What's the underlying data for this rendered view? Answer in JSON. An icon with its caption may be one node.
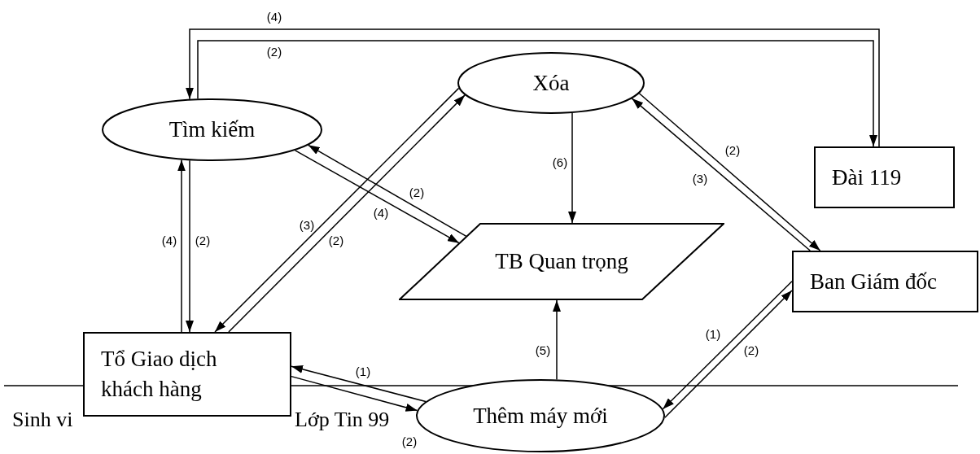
{
  "diagram": {
    "nodes": [
      {
        "text": [
          "Xóa"
        ]
      },
      {
        "text": [
          "Tìm kiếm"
        ]
      },
      {
        "text": [
          "Đài 119"
        ]
      },
      {
        "text": [
          "TB Quan trọng"
        ]
      },
      {
        "text": [
          "Ban Giám đốc"
        ]
      },
      {
        "text": [
          "Tổ Giao dịch khách hàng"
        ]
      },
      {
        "text": [
          "Thêm máy mới"
        ]
      }
    ],
    "edges": [
      {
        "from": 2,
        "to": 1,
        "arrow": "to",
        "label": "(4)"
      },
      {
        "from": 1,
        "to": 2,
        "arrow": "to",
        "label": "(2)"
      },
      {
        "from": 5,
        "to": 1,
        "arrow": "to",
        "label": "(4)"
      },
      {
        "from": 1,
        "to": 5,
        "arrow": "to",
        "label": "(2)"
      },
      {
        "from": 5,
        "to": 0,
        "arrow": "to",
        "label": "(2)"
      },
      {
        "from": 0,
        "to": 5,
        "arrow": "to",
        "label": "(3)"
      },
      {
        "from": 3,
        "to": 1,
        "arrow": "to",
        "label": "(2)"
      },
      {
        "from": 1,
        "to": 3,
        "arrow": "to",
        "label": "(4)"
      },
      {
        "from": 0,
        "to": 3,
        "arrow": "to",
        "label": "(6)"
      },
      {
        "from": 4,
        "to": 0,
        "arrow": "to",
        "label": "(3)"
      },
      {
        "from": 0,
        "to": 4,
        "arrow": "to",
        "label": "(2)"
      },
      {
        "from": 6,
        "to": 3,
        "arrow": "to",
        "label": "(5)"
      },
      {
        "from": 4,
        "to": 6,
        "arrow": "to",
        "label": "(1)"
      },
      {
        "from": 6,
        "to": 4,
        "arrow": "to",
        "label": "(2)"
      },
      {
        "from": 6,
        "to": 5,
        "arrow": "to",
        "label": "(1)"
      },
      {
        "from": 5,
        "to": 6,
        "arrow": "to",
        "label": "(2)"
      }
    ],
    "labels": [
      "Sinh vi",
      "Lớp Tin 99"
    ]
  }
}
